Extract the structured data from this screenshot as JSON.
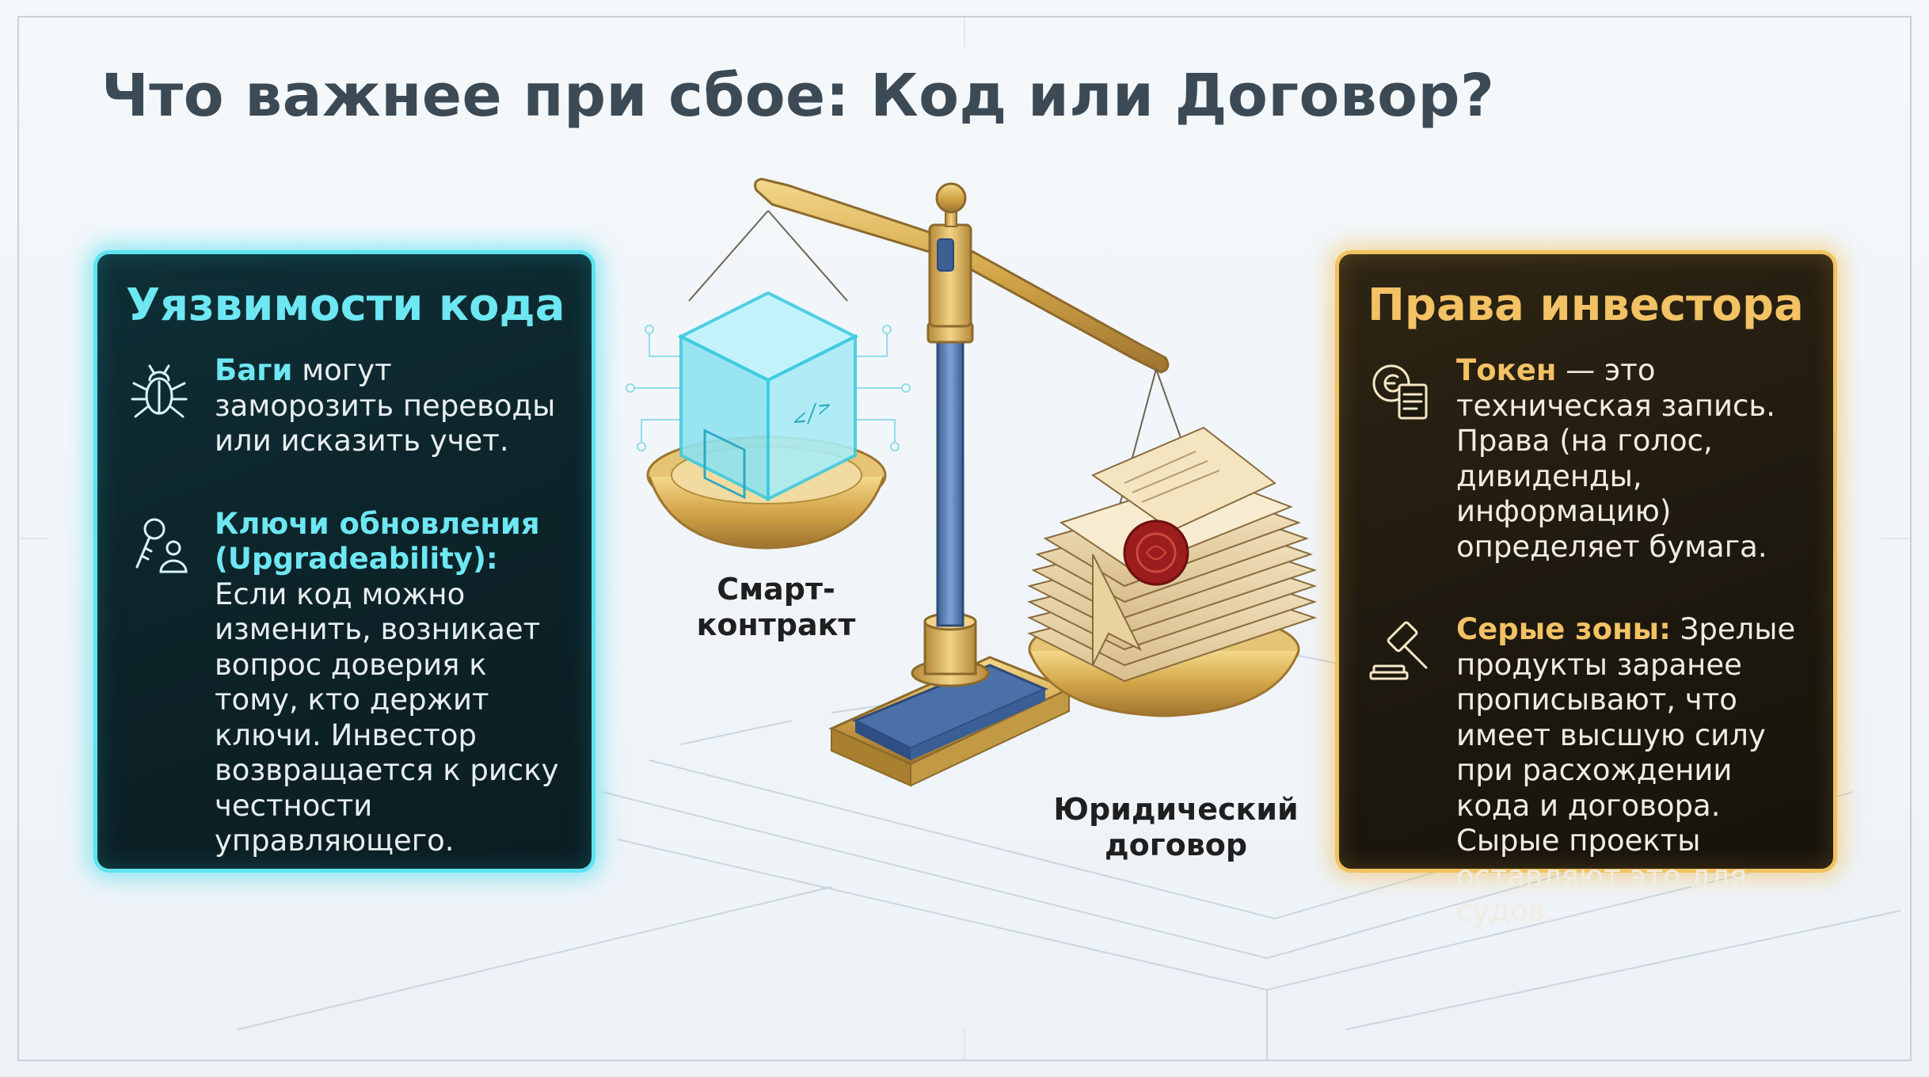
{
  "title": "Что важнее при сбое: Код или Договор?",
  "colors": {
    "code_accent": "#6de7f2",
    "investor_accent": "#f3c265",
    "code_panel_bg": "#0c2328",
    "investor_panel_bg": "#1e190f"
  },
  "code_panel": {
    "heading": "Уязвимости кода",
    "items": [
      {
        "icon": "bug-icon",
        "lead": "Баги",
        "text": " могут заморозить переводы или исказить учет."
      },
      {
        "icon": "key-person-icon",
        "lead": "Ключи обновления (Upgradeability):",
        "text": " Если код можно изменить, возникает вопрос доверия к тому, кто держит ключи. Инвестор возвращается к риску честности управляющего."
      }
    ]
  },
  "investor_panel": {
    "heading": "Права инвестора",
    "items": [
      {
        "icon": "token-document-icon",
        "lead": "Токен",
        "text": " — это техническая запись. Права (на голос, дивиденды, информацию) определяет бумага."
      },
      {
        "icon": "gavel-icon",
        "lead": "Серые зоны:",
        "text": " Зрелые продукты заранее прописывают, что имеет высшую силу при расхождении кода и договора. Сырые проекты оставляют это для судов."
      }
    ]
  },
  "scale": {
    "left_label": "Смарт-\nконтракт",
    "right_label": "Юридический\nдоговор"
  }
}
